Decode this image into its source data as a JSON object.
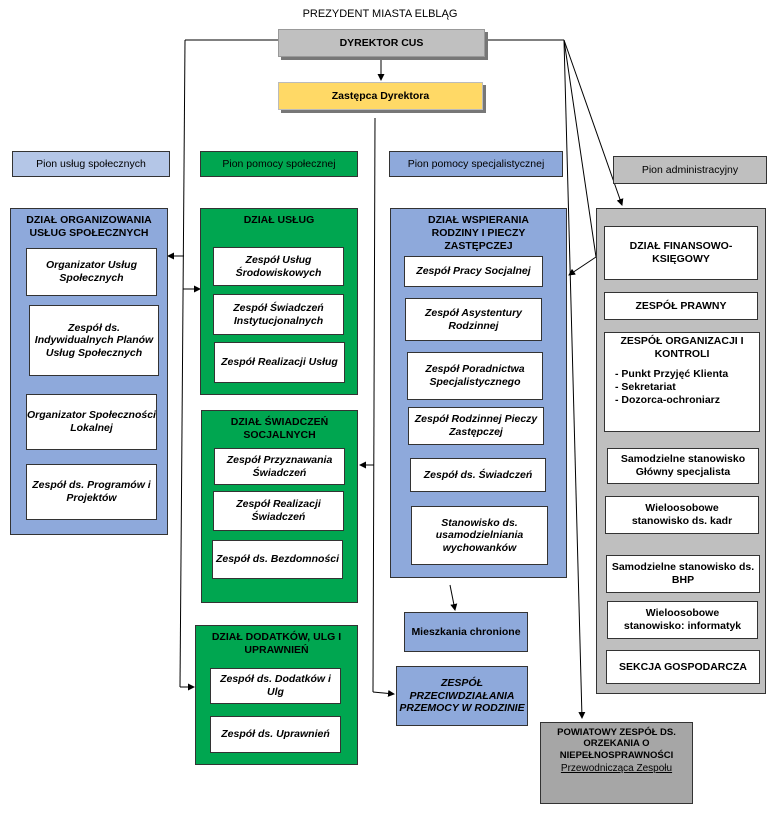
{
  "top": {
    "prezydent": "PREZYDENT MIASTA ELBLĄG",
    "dyrektor": "DYREKTOR CUS",
    "zastepca": "Zastępca Dyrektora"
  },
  "piony": {
    "uslug": "Pion usług społecznych",
    "pomocy": "Pion pomocy społecznej",
    "specjalistyczny": "Pion pomocy specjalistycznej",
    "administracyjny": "Pion administracyjny"
  },
  "dzial_organizowania": {
    "title": "DZIAŁ ORGANIZOWANIA USŁUG SPOŁECZNYCH",
    "items": [
      "Organizator Usług Społecznych",
      "Zespół ds. Indywidualnych Planów Usług Społecznych",
      "Organizator Społeczności Lokalnej",
      "Zespół ds. Programów i Projektów"
    ]
  },
  "dzial_uslug": {
    "title": "DZIAŁ USŁUG",
    "items": [
      "Zespół Usług Środowiskowych",
      "Zespół Świadczeń Instytucjonalnych",
      "Zespół Realizacji Usług"
    ]
  },
  "dzial_swiadczen": {
    "title": "DZIAŁ ŚWIADCZEŃ SOCJALNYCH",
    "items": [
      "Zespół Przyznawania Świadczeń",
      "Zespół Realizacji Świadczeń",
      "Zespół ds. Bezdomności"
    ]
  },
  "dzial_dodatkow": {
    "title": "DZIAŁ DODATKÓW, ULG I UPRAWNIEŃ",
    "items": [
      "Zespół ds. Dodatków i Ulg",
      "Zespół ds. Uprawnień"
    ]
  },
  "dzial_wspierania": {
    "title": "DZIAŁ WSPIERANIA RODZINY I PIECZY ZASTĘPCZEJ",
    "items": [
      "Zespół Pracy Socjalnej",
      "Zespół Asystentury Rodzinnej",
      "Zespół Poradnictwa Specjalistycznego",
      "Zespół Rodzinnej Pieczy Zastępczej",
      "Zespół ds. Świadczeń",
      "Stanowisko ds. usamodzielniania wychowanków"
    ]
  },
  "mieszkania": "Mieszkania chronione",
  "przemoc": "ZESPÓŁ PRZECIWDZIAŁANIA PRZEMOCY W RODZINIE",
  "admin": {
    "finansowo": "DZIAŁ FINANSOWO-KSIĘGOWY",
    "prawny": "ZESPÓŁ PRAWNY",
    "organizacji": "ZESPÓŁ ORGANIZACJI I KONTROLI",
    "organizacji_items": [
      "- Punkt Przyjęć Klienta",
      "- Sekretariat",
      "- Dozorca-ochroniarz"
    ],
    "glowny": "Samodzielne stanowisko Główny specjalista",
    "kadr": "Wieloosobowe stanowisko ds. kadr",
    "bhp": "Samodzielne stanowisko ds. BHP",
    "informatyk": "Wieloosobowe stanowisko: informatyk",
    "gospodarcza": "SEKCJA GOSPODARCZA"
  },
  "powiatowy": {
    "title": "POWIATOWY ZESPÓŁ DS. ORZEKANIA O NIEPEŁNOSPRAWNOŚCI",
    "sub": "Przewodnicząca Zespołu"
  }
}
